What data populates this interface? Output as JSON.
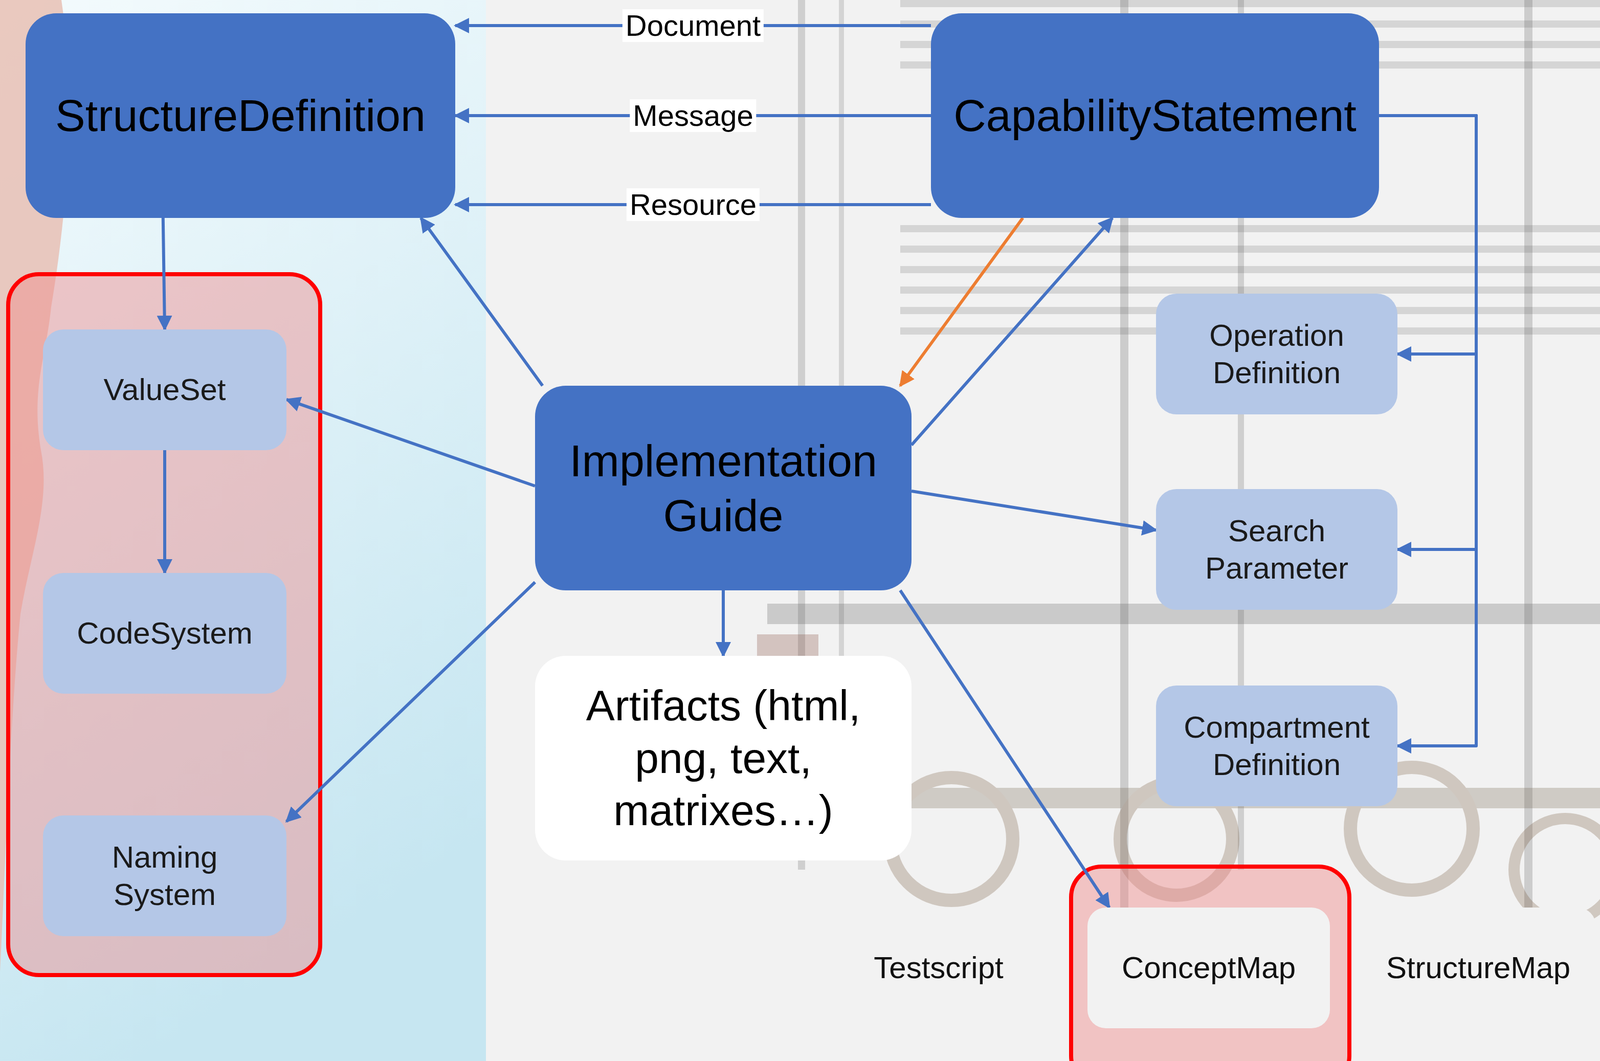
{
  "diagram": {
    "nodes": [
      {
        "text": [
          "StructureDefinition"
        ]
      },
      {
        "text": [
          "CapabilityStatement"
        ]
      },
      {
        "text": [
          "Operation Definition"
        ]
      },
      {
        "text": [
          "ValueSet"
        ]
      },
      {
        "text": [
          "Implementation Guide"
        ]
      },
      {
        "text": [
          "Search Parameter"
        ]
      },
      {
        "text": [
          "CodeSystem"
        ]
      },
      {
        "text": [
          "Artifacts (html, png, text, matrixes…)"
        ]
      },
      {
        "text": [
          "Compartment Definition"
        ]
      },
      {
        "text": [
          "Naming System"
        ]
      },
      {
        "text": [
          "Testscript"
        ]
      },
      {
        "text": [
          "ConceptMap"
        ]
      },
      {
        "text": [
          "StructureMap"
        ]
      }
    ],
    "edges": [
      {
        "from": 1,
        "to": 0,
        "label": "Document",
        "arrow": "to"
      },
      {
        "from": 1,
        "to": 0,
        "label": "Message",
        "arrow": "to"
      },
      {
        "from": 1,
        "to": 0,
        "label": "Resource",
        "arrow": "to"
      },
      {
        "from": 0,
        "to": 3,
        "arrow": "to"
      },
      {
        "from": 3,
        "to": 6,
        "arrow": "to"
      },
      {
        "from": 4,
        "to": 0,
        "arrow": "to"
      },
      {
        "from": 4,
        "to": 3,
        "arrow": "to"
      },
      {
        "from": 4,
        "to": 9,
        "arrow": "to"
      },
      {
        "from": 1,
        "to": 4,
        "arrow": "to"
      },
      {
        "from": 4,
        "to": 1,
        "arrow": "to"
      },
      {
        "from": 4,
        "to": 5,
        "arrow": "to"
      },
      {
        "from": 4,
        "to": 7,
        "arrow": "to"
      },
      {
        "from": 4,
        "to": 11,
        "arrow": "to"
      },
      {
        "from": 1,
        "to": 2,
        "arrow": "to"
      },
      {
        "from": 1,
        "to": 5,
        "arrow": "to"
      },
      {
        "from": 1,
        "to": 8,
        "arrow": "to"
      }
    ]
  }
}
